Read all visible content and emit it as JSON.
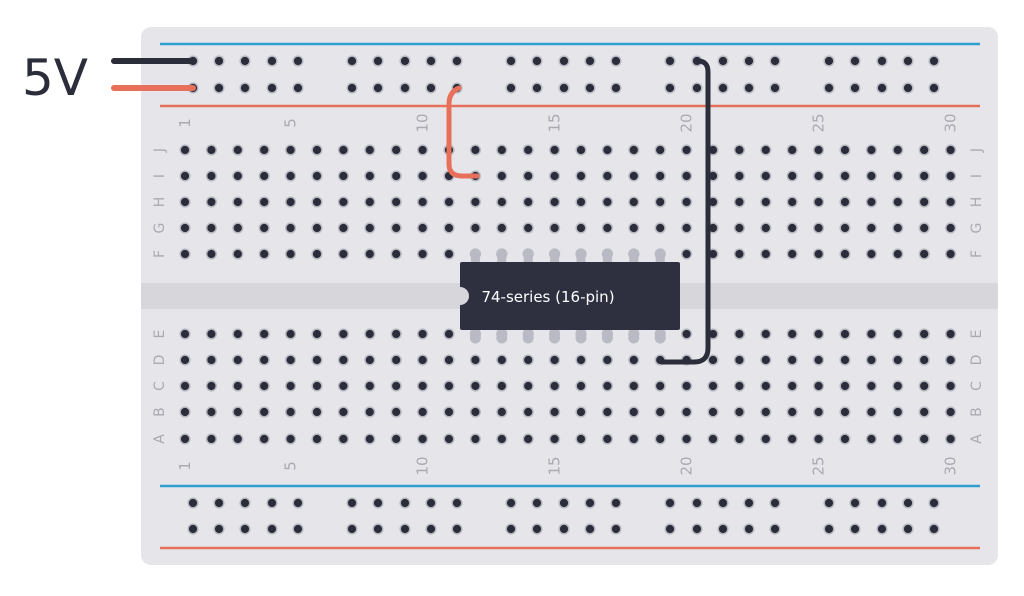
{
  "supply": {
    "label": "5V"
  },
  "chip": {
    "label": "74-series (16-pin)"
  },
  "breadboard": {
    "columns": [
      "1",
      "2",
      "3",
      "4",
      "5",
      "6",
      "7",
      "8",
      "9",
      "10",
      "11",
      "12",
      "13",
      "14",
      "15",
      "16",
      "17",
      "18",
      "19",
      "20",
      "21",
      "22",
      "23",
      "24",
      "25",
      "26",
      "27",
      "28",
      "29",
      "30"
    ],
    "column_labels_shown": [
      "1",
      "5",
      "10",
      "15",
      "20",
      "25",
      "30"
    ],
    "upper_rows": [
      "J",
      "I",
      "H",
      "G",
      "F"
    ],
    "lower_rows": [
      "E",
      "D",
      "C",
      "B",
      "A"
    ]
  },
  "colors": {
    "board": "#e6e6ea",
    "channel": "#d7d7db",
    "hole": "#2b2d3a",
    "hole_ring": "#b9bac3",
    "label": "#a9aab2",
    "rail_blue": "#2f9fd0",
    "rail_red": "#e8705a",
    "wire_black": "#2b2d3a",
    "wire_red": "#e8705a",
    "chip_body": "#2e3040",
    "chip_leg": "#b9bac3",
    "text_dark": "#2b2d3a",
    "chip_text": "#ffffff"
  }
}
